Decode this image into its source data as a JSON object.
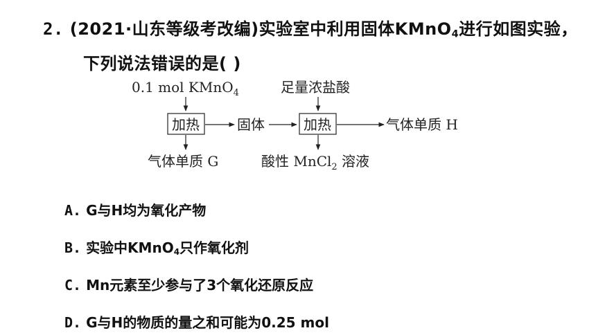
{
  "question": {
    "number": "2.",
    "line1_pre": "(2021·山东等级考改编)实验室中利用固体KMnO",
    "line1_sub": "4",
    "line1_post": "进行如图实验，",
    "line2": "下列说法错误的是(      )"
  },
  "diagram": {
    "reagent_top_left_pre": "0.1 mol KMnO",
    "reagent_top_left_sub": "4",
    "reagent_top_right": "足量浓盐酸",
    "box1": "加热",
    "mid_label": "固体",
    "box2": "加热",
    "product_right": "气体单质 H",
    "product_bottom_left": "气体单质 G",
    "product_bottom_right_pre": "酸性 MnCl",
    "product_bottom_right_sub": "2",
    "product_bottom_right_post": " 溶液"
  },
  "options": [
    {
      "letter": "A.",
      "text_pre": "G与H均为氧化产物",
      "sub": "",
      "text_post": ""
    },
    {
      "letter": "B.",
      "text_pre": "实验中KMnO",
      "sub": "4",
      "text_post": "只作氧化剂"
    },
    {
      "letter": "C.",
      "text_pre": "Mn元素至少参与了3个氧化还原反应",
      "sub": "",
      "text_post": ""
    },
    {
      "letter": "D.",
      "text_pre": "G与H的物质的量之和可能为0.25 mol",
      "sub": "",
      "text_post": ""
    }
  ]
}
